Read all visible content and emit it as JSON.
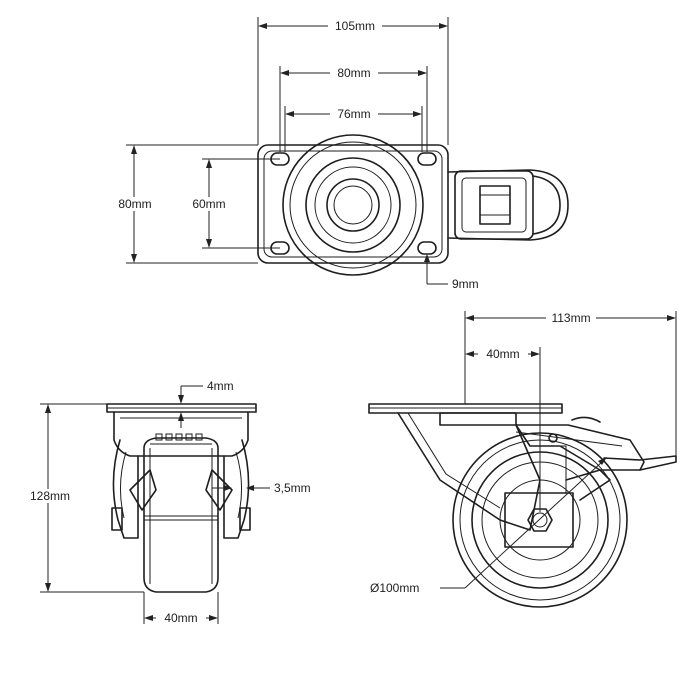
{
  "colors": {
    "line": "#1e1e1e",
    "background": "#ffffff"
  },
  "dimensions": {
    "top_width_105": "105mm",
    "top_width_80": "80mm",
    "top_width_76": "76mm",
    "top_height_80": "80mm",
    "top_height_60": "60mm",
    "hole_9": "9mm",
    "front_height_128": "128mm",
    "front_plate_4": "4mm",
    "front_fork_3_5": "3,5mm",
    "front_wheel_40": "40mm",
    "side_offset_113": "113mm",
    "side_offset_40": "40mm",
    "side_diameter_100": "Ø100mm"
  }
}
